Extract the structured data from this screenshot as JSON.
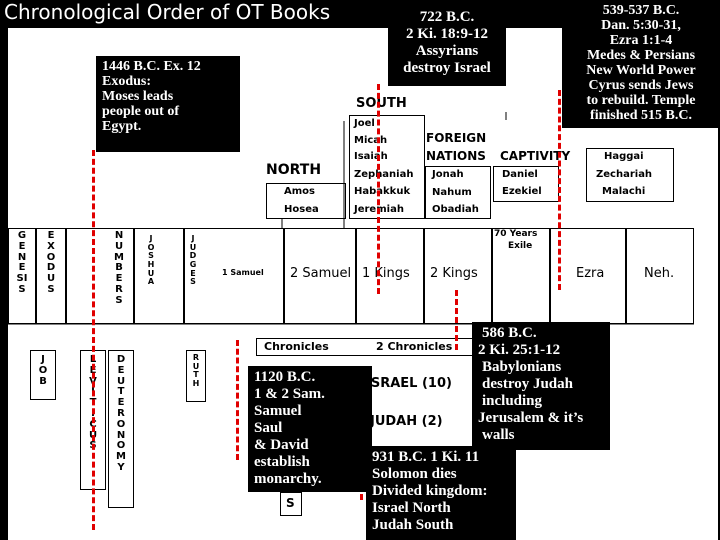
{
  "title": "Chronological Order of OT Books",
  "chart": {
    "south_heading": "SOUTH",
    "foreign_heading_1": "FOREIGN",
    "foreign_heading_2": "NATIONS",
    "captivity_heading": "CAPTIVITY",
    "north_heading": "NORTH",
    "south_prophets": [
      "Joel",
      "Micah",
      "Isaiah",
      "Zephaniah",
      "Habakkuk",
      "Jeremiah"
    ],
    "foreign_prophets": [
      "Jonah",
      "Nahum",
      "Obadiah"
    ],
    "captivity_prophets": [
      "Daniel",
      "Ezekiel"
    ],
    "postexile_prophets": [
      "Haggai",
      "Zechariah",
      "Malachi"
    ],
    "north_prophets": [
      "Amos",
      "Hosea"
    ],
    "exile_label_1": "70 Years",
    "exile_label_2": "Exile",
    "books": {
      "genesis": "G E N E SI S",
      "exodus": "E X O D U S",
      "numbers": "N U M B E R S",
      "joshua": "J O S H U A",
      "judges": "J U D G E S",
      "samuel1": "1 Samuel",
      "samuel2": "2 Samuel",
      "kings1": "1 Kings",
      "kings2": "2 Kings",
      "ezra": "Ezra",
      "nehemiah": "Neh.",
      "job": "J O B",
      "leviticus": "L E V I T I C U S",
      "deuteronomy": "D E U T E R O N O M Y",
      "ruth": "R U T H",
      "chronicles1": "Chronicles",
      "chronicles2": "2 Chronicles"
    },
    "israel_label": "ISRAEL (10)",
    "judah_label": "JUDAH (2)",
    "psalms_mark": "S"
  },
  "notes": {
    "exodus": [
      "1446 B.C. Ex. 12",
      "Exodus:",
      "Moses leads",
      "people out of",
      "Egypt."
    ],
    "assyria": [
      "722 B.C.",
      "2 Ki. 18:9-12",
      "Assyrians",
      "destroy Israel"
    ],
    "persia": [
      "539-537 B.C.",
      "Dan. 5:30-31,",
      "Ezra 1:1-4",
      "Medes & Persians",
      "New World Power",
      "Cyrus sends Jews",
      "to rebuild. Temple",
      "finished 515 B.C."
    ],
    "babylon": [
      "586 B.C.",
      "2 Ki. 25:1-12",
      "Babylonians",
      "destroy Judah",
      "including",
      "Jerusalem & it’s",
      "walls"
    ],
    "monarchy": [
      "1120 B.C.",
      "1 & 2 Sam.",
      "Samuel",
      "Saul",
      "& David",
      "establish",
      "monarchy."
    ],
    "division": [
      "931 B.C. 1 Ki. 11",
      "Solomon dies",
      "Divided kingdom:",
      "Israel North",
      "Judah South"
    ]
  }
}
